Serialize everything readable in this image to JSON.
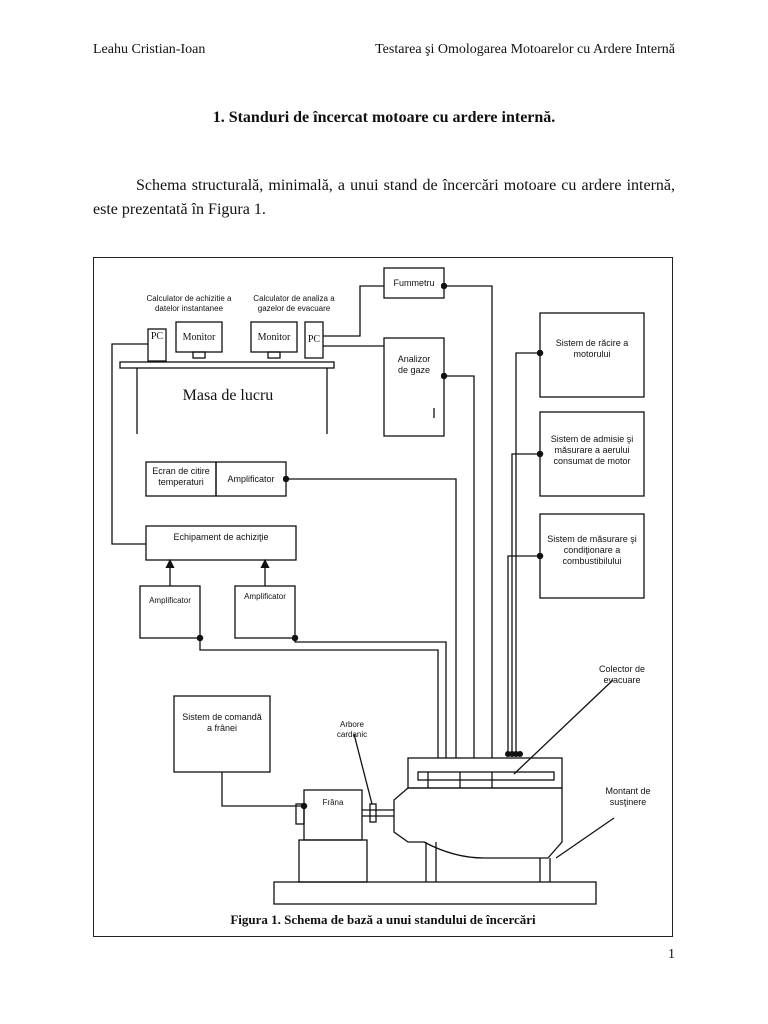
{
  "header": {
    "author": "Leahu Cristian-Ioan",
    "doc_title": "Testarea şi Omologarea Motoarelor cu Ardere Internă"
  },
  "section_title": "1.  Standuri de încercat motoare cu ardere internă.",
  "paragraph": "Schema structurală, minimală, a unui stand de încercări motoare cu ardere internă, este prezentată în Figura 1.",
  "figure": {
    "labels": {
      "pc_left_title": "Calculator de achizitie a\ndatelor instantanee",
      "pc_right_title": "Calculator de analiza a\ngazelor de evacuare",
      "pc_left": "PC",
      "monitor_left": "Monitor",
      "monitor_right": "Monitor",
      "pc_right": "PC",
      "masa": "Masa de lucru",
      "fummetru": "Fummetru",
      "analizor": "Analizor\nde gaze",
      "racire": "Sistem de răcire a\nmotorului",
      "admisie": "Sistem de admisie şi\nmăsurare a aerului\nconsumat de motor",
      "combustibil": "Sistem de măsurare şi\ncondiţionare a\ncombustibilului",
      "ecran": "Ecran de citire\ntemperaturi",
      "amplificator_top": "Amplificator",
      "echipament": "Echipament de achiziţie",
      "amplificator_left": "Amplificator",
      "amplificator_right": "Amplificator",
      "colector": "Colector de\nevacuare",
      "comanda": "Sistem de comandă\na frânei",
      "arbore": "Arbore\ncardanic",
      "frana": "Frâna",
      "montant": "Montant de\nsusţinere"
    },
    "caption": "Figura 1. Schema de bază a unui standului de încercări"
  },
  "page_number": "1"
}
